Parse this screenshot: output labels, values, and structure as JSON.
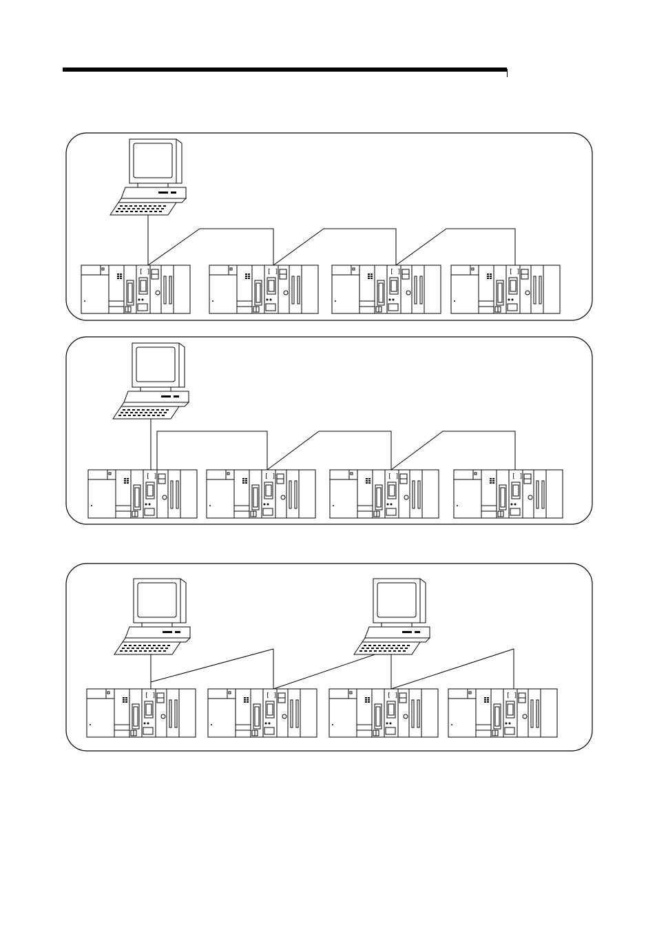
{
  "page": {
    "header_rule": true
  },
  "colors": {
    "line": "#000000",
    "background": "#ffffff",
    "screen": "#ffffff"
  },
  "panels": [
    {
      "id": "panel-1",
      "plc_count": 4,
      "computer_count": 1,
      "computer_attached_to_plc": [
        1
      ],
      "link_pattern": "chain"
    },
    {
      "id": "panel-2",
      "plc_count": 4,
      "computer_count": 1,
      "computer_attached_to_plc": [
        1
      ],
      "link_pattern": "chain-with-first-bridge"
    },
    {
      "id": "panel-3",
      "plc_count": 4,
      "computer_count": 2,
      "computer_attached_to_plc": [
        1,
        3
      ],
      "link_pattern": "chain-two-computers"
    }
  ]
}
